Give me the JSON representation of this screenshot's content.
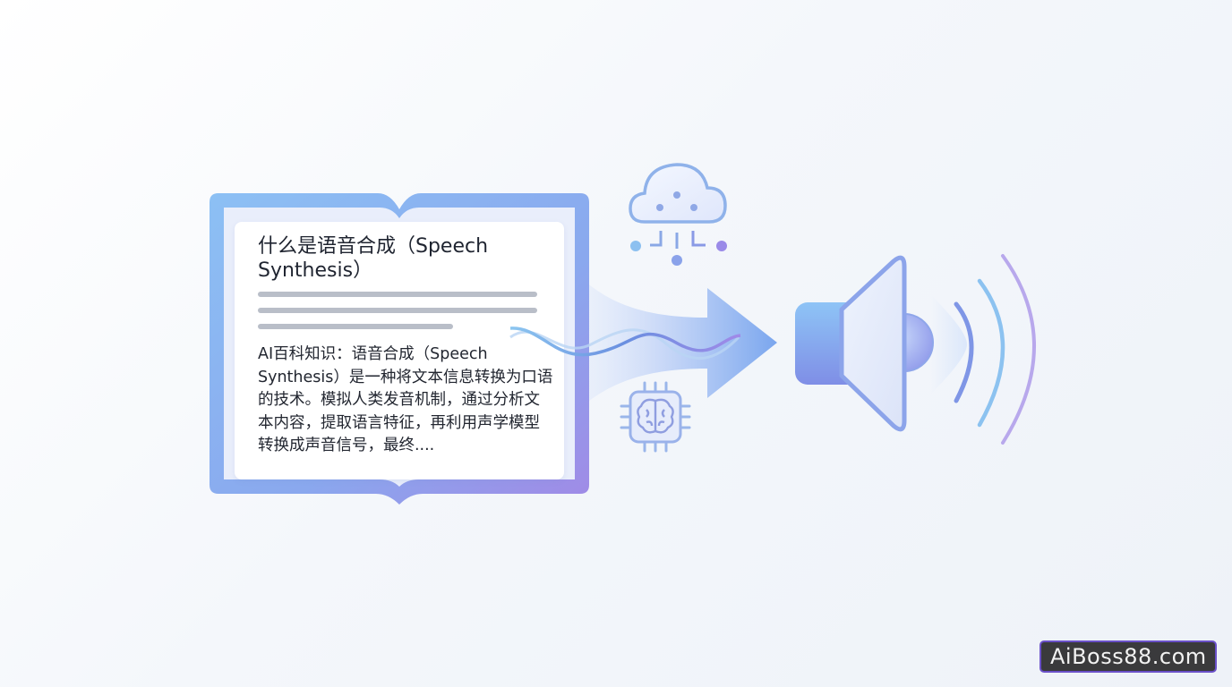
{
  "diagram": {
    "document_card": {
      "title": "什么是语音合成（Speech Synthesis）",
      "placeholder_lines": 3,
      "body": "AI百科知识：语音合成（Speech Synthesis）是一种将文本信息转换为口语的技术。模拟人类发音机制，通过分析文本内容，提取语言特征，再利用声学模型转换成声音信号，最终...."
    },
    "flow": {
      "arrow": "text-to-speech-arrow",
      "waveform": "sound-wave",
      "icons": [
        "cloud-network-icon",
        "ai-chip-brain-icon"
      ]
    },
    "output": {
      "icon": "speaker-icon",
      "sound_waves": 3
    },
    "colors": {
      "book_blue": "#8ab4f0",
      "book_purple": "#9a8ee8",
      "arrow_blue": "#7aa6ee",
      "wave_blue": "#6fa8e6",
      "wave_purple": "#9a86e6",
      "text_dark": "#1f2430",
      "placeholder_gray": "#b9bec8"
    }
  },
  "watermark": {
    "text": "AiBoss88.com",
    "accent": "#8a5cf0"
  }
}
